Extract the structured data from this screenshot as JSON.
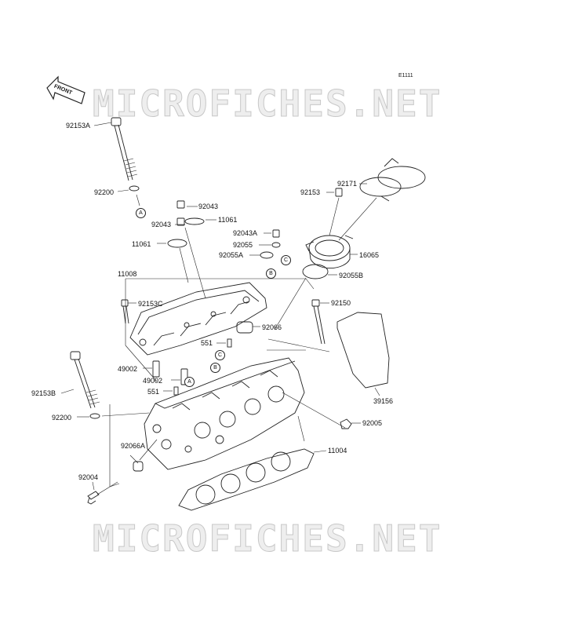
{
  "watermark": {
    "top_text": "MICROFICHES.NET",
    "bottom_text": "MICROFICHES.NET"
  },
  "diagram_code": "E1111",
  "front_arrow_label": "FRONT",
  "ref_markers": {
    "a1": "A",
    "a2": "A",
    "b1": "B",
    "b2": "B",
    "c1": "C",
    "c2": "C"
  },
  "parts": {
    "p92153A": "92153A",
    "p92200_top": "92200",
    "p92043_a": "92043",
    "p92043_b": "92043",
    "p11061_a": "11061",
    "p11061_b": "11061",
    "p92171": "92171",
    "p92153": "92153",
    "p92043A": "92043A",
    "p92055": "92055",
    "p92055A": "92055A",
    "p16065": "16065",
    "p92055B": "92055B",
    "p11008": "11008",
    "p92153C": "92153C",
    "p92150": "92150",
    "p92066": "92066",
    "p551_a": "551",
    "p49002_a": "49002",
    "p49002_b": "49002",
    "p551_b": "551",
    "p39156": "39156",
    "p92153B": "92153B",
    "p92200_bot": "92200",
    "p92005": "92005",
    "p92066A": "92066A",
    "p11004": "11004",
    "p92004": "92004"
  }
}
